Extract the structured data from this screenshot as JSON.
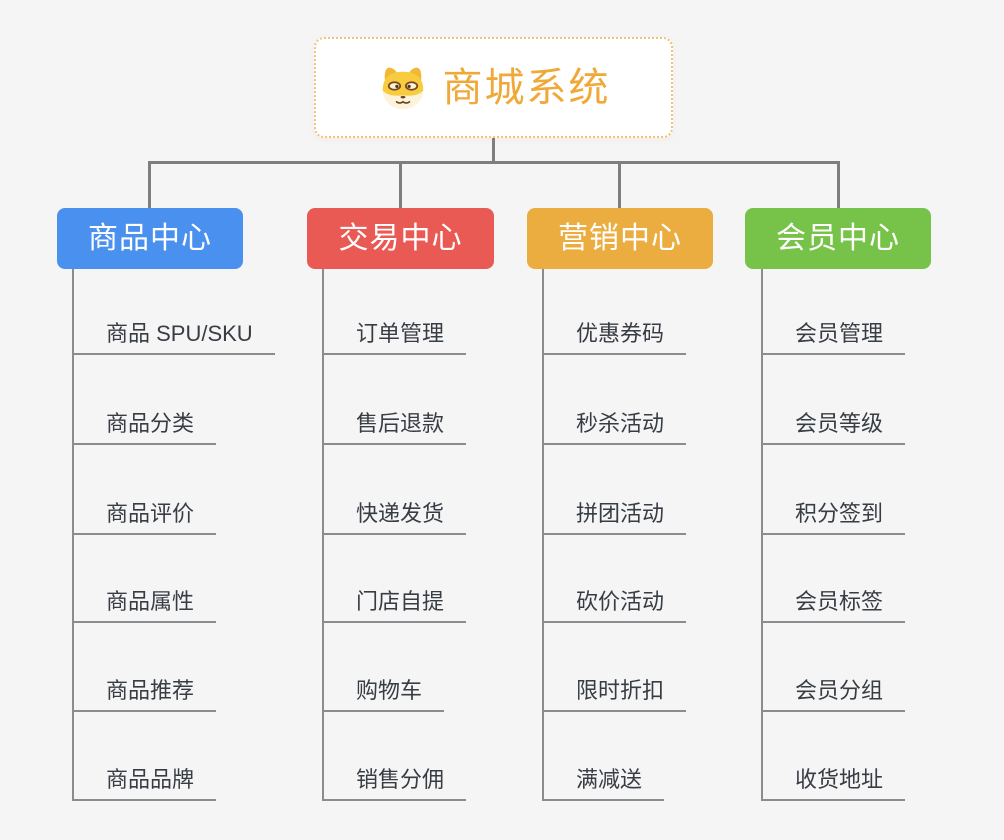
{
  "root": {
    "title": "商城系统",
    "icon": "dog-icon",
    "title_color": "#f0a838",
    "border_color": "#f0c37c"
  },
  "connector_color": "#7d7e80",
  "branches": [
    {
      "label": "商品中心",
      "color": "#4a90ee",
      "items": [
        "商品 SPU/SKU",
        "商品分类",
        "商品评价",
        "商品属性",
        "商品推荐",
        "商品品牌"
      ]
    },
    {
      "label": "交易中心",
      "color": "#ea5a55",
      "items": [
        "订单管理",
        "售后退款",
        "快递发货",
        "门店自提",
        "购物车",
        "销售分佣"
      ]
    },
    {
      "label": "营销中心",
      "color": "#ebac40",
      "items": [
        "优惠券码",
        "秒杀活动",
        "拼团活动",
        "砍价活动",
        "限时折扣",
        "满减送"
      ]
    },
    {
      "label": "会员中心",
      "color": "#77c248",
      "items": [
        "会员管理",
        "会员等级",
        "积分签到",
        "会员标签",
        "会员分组",
        "收货地址"
      ]
    }
  ]
}
